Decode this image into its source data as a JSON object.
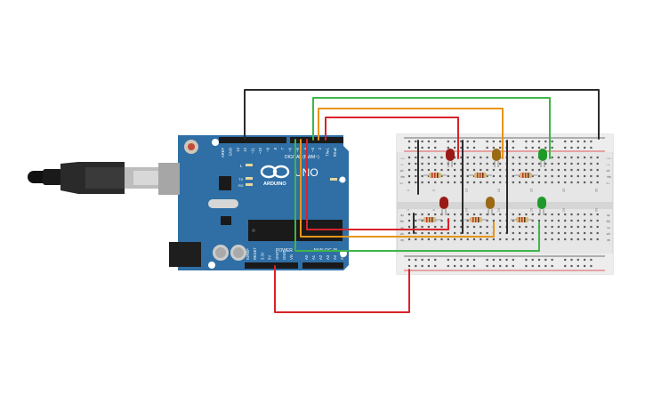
{
  "board": {
    "name": "UNO",
    "brand": "ARDUINO",
    "digital_label": "DIGITAL (PWM~)",
    "power_label": "POWER",
    "analog_label": "ANALOG IN",
    "on_label": "ON",
    "led_labels": [
      "L",
      "TX",
      "RX"
    ],
    "digital_pins": [
      "AREF",
      "GND",
      "13",
      "12",
      "~11",
      "~10",
      "~9",
      "8",
      "7",
      "~6",
      "~5",
      "4",
      "~3",
      "2",
      "TX▸1",
      "RX◂0"
    ],
    "power_pins": [
      "IOREF",
      "RESET",
      "3.3V",
      "5V",
      "GND",
      "GND",
      "Vin"
    ],
    "analog_pins": [
      "A0",
      "A1",
      "A2",
      "A3",
      "A4",
      "A5"
    ]
  },
  "breadboard": {
    "row_letters_top": [
      "j",
      "i",
      "h",
      "g",
      "f"
    ],
    "row_letters_bottom": [
      "e",
      "d",
      "c",
      "b",
      "a"
    ],
    "column_numbers": [
      "1",
      "5",
      "10",
      "15",
      "20",
      "25",
      "30"
    ]
  },
  "colors": {
    "board": "#2f6fa5",
    "breadboard": "#e6e6e6",
    "wire_black": "#2b2b2b",
    "wire_green": "#3fb54a",
    "wire_orange": "#e8951b",
    "wire_red": "#d8232a",
    "led_red": "#9a1a16",
    "led_yellow": "#9a6a14",
    "led_green": "#1f9a2a"
  }
}
